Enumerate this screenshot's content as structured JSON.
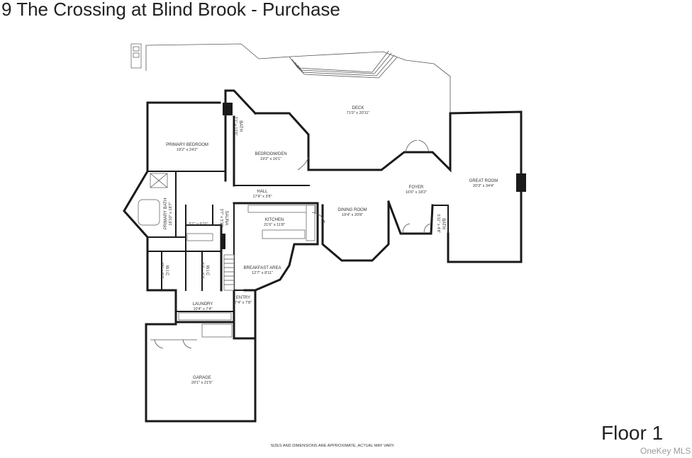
{
  "title": "9 The Crossing at Blind Brook - Purchase",
  "floor_label": "Floor 1",
  "watermark": "OneKey MLS",
  "disclaimer": "SIZES AND DIMENSIONS ARE APPROXIMATE, ACTUAL MAY VARY.",
  "rooms": {
    "deck": {
      "name": "DECK",
      "dim": "71'0\" x 20'11\""
    },
    "primary_bedroom": {
      "name": "PRIMARY BEDROOM",
      "dim": "19'2\" x 24'2\""
    },
    "bath_upper": {
      "name": "BATH",
      "dim": "7'1\" x 12'0\""
    },
    "bedroom_den": {
      "name": "BEDROOM/DEN",
      "dim": "19'2\" x 16'1\""
    },
    "hall": {
      "name": "HALL",
      "dim": "17'4\" x 3'8\""
    },
    "foyer": {
      "name": "FOYER",
      "dim": "16'6\" x 18'2\""
    },
    "great_room": {
      "name": "GREAT ROOM",
      "dim": "20'3\" x 34'4\""
    },
    "primary_bath": {
      "name": "PRIMARY BATH",
      "dim": "16'10\" x 18'7\""
    },
    "small_room": {
      "name": "",
      "dim": "5'1\" x 9'10\""
    },
    "sauna": {
      "name": "SAUNA",
      "dim": "3'7\" x 5'11\""
    },
    "kitchen": {
      "name": "KITCHEN",
      "dim": "21'6\" x 11'8\""
    },
    "dining_room": {
      "name": "DINING ROOM",
      "dim": "19'4\" x 20'8\""
    },
    "bath_lower": {
      "name": "BATH",
      "dim": "5'11\" x 4'8\""
    },
    "wic_left": {
      "name": "W.I.C",
      "dim": "4'5\" x 8'7\""
    },
    "wic_right": {
      "name": "W.I.C",
      "dim": "3'7\" x 8'7\""
    },
    "breakfast_area": {
      "name": "BREAKFAST AREA",
      "dim": "12'7\" x 8'11\""
    },
    "laundry": {
      "name": "LAUNDRY",
      "dim": "10'4\" x 7'4\""
    },
    "entry": {
      "name": "ENTRY",
      "dim": "7'4\" x 7'8\""
    },
    "garage": {
      "name": "GARAGE",
      "dim": "20'1\" x 21'5\""
    }
  }
}
